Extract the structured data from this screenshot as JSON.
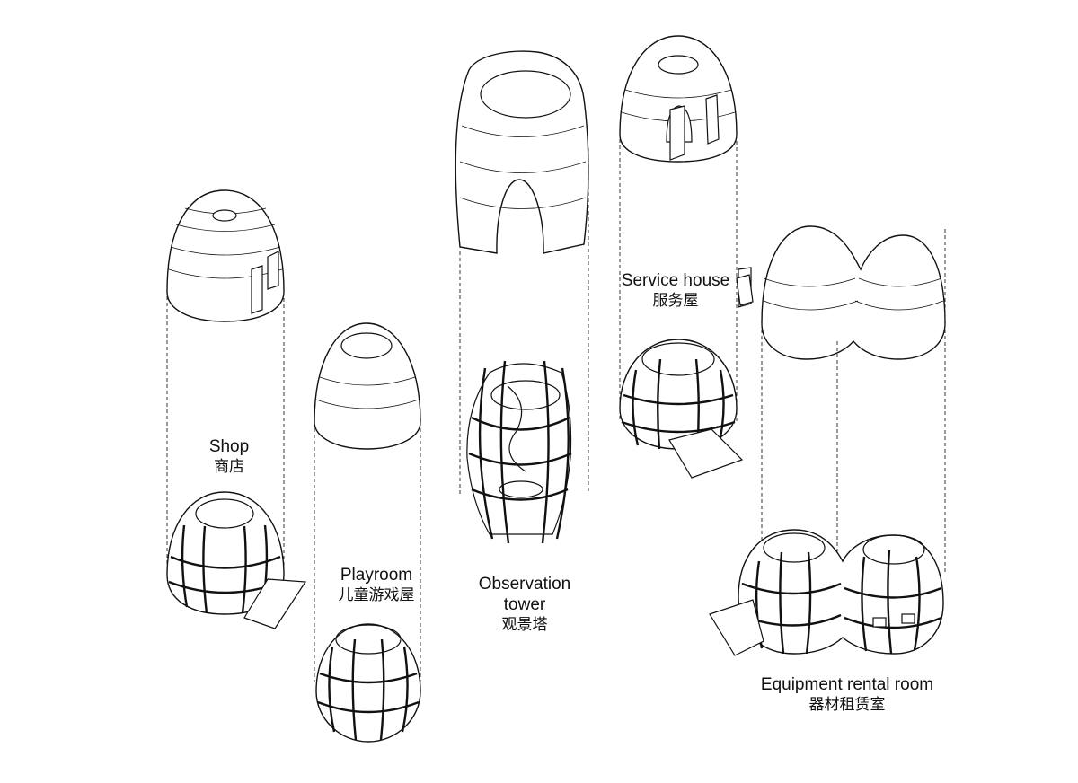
{
  "labels": {
    "shop": {
      "en": "Shop",
      "cn": "商店"
    },
    "playroom": {
      "en": "Playroom",
      "cn": "儿童游戏屋"
    },
    "observation": {
      "en1": "Observation",
      "en2": "tower",
      "cn": "观景塔"
    },
    "service": {
      "en": "Service house",
      "cn": "服务屋"
    },
    "equipment": {
      "en": "Equipment rental room",
      "cn": "器材租赁室"
    }
  },
  "colors": {
    "line": "#111111",
    "background": "#ffffff"
  }
}
